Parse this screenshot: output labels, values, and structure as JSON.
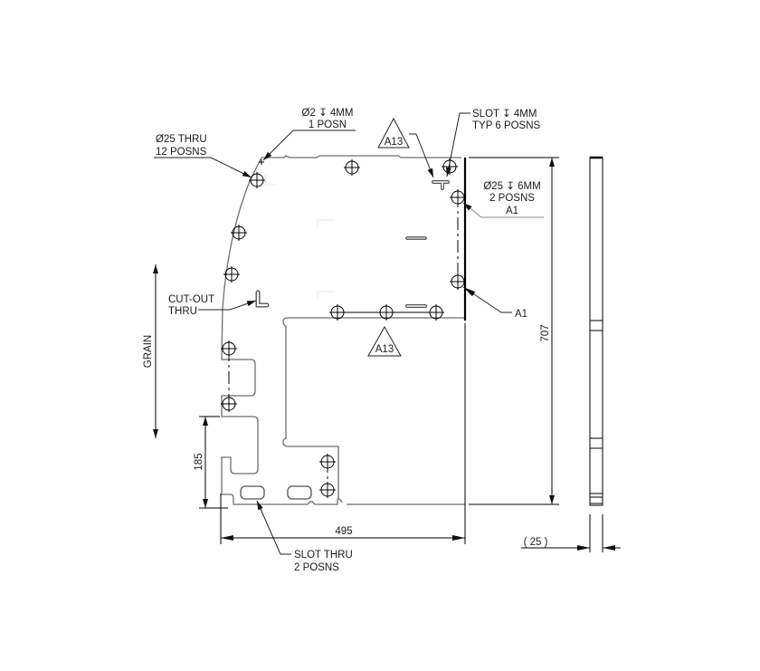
{
  "drawing": {
    "type": "sheet-metal plate engineering drawing",
    "annotations": {
      "hole_25_thru": {
        "line1": "Ø25 THRU",
        "line2": "12 POSNS"
      },
      "hole_2_depth": {
        "line1": "Ø2 ↧ 4MM",
        "line2": "1 POSN"
      },
      "slot_depth": {
        "line1": "SLOT ↧ 4MM",
        "line2": "TYP 6 POSNS"
      },
      "hole_25_depth": {
        "line1": "Ø25 ↧ 6MM",
        "line2": "2 POSNS",
        "line3": "A1"
      },
      "datum_a1_lower": "A1",
      "cutout": {
        "line1": "CUT-OUT",
        "line2": "THRU"
      },
      "slot_thru": {
        "line1": "SLOT THRU",
        "line2": "2 POSNS"
      },
      "grain": "GRAIN"
    },
    "callouts": {
      "triangle_top": "A13",
      "triangle_mid": "A13"
    },
    "dimensions": {
      "overall_width": "495",
      "overall_height": "707",
      "lower_tab_height": "185",
      "thickness": "( 25 )"
    },
    "colors": {
      "outline": "#6e6e6e",
      "edge_bold": "#000000",
      "text": "#1a1a1a",
      "background": "#ffffff"
    }
  }
}
